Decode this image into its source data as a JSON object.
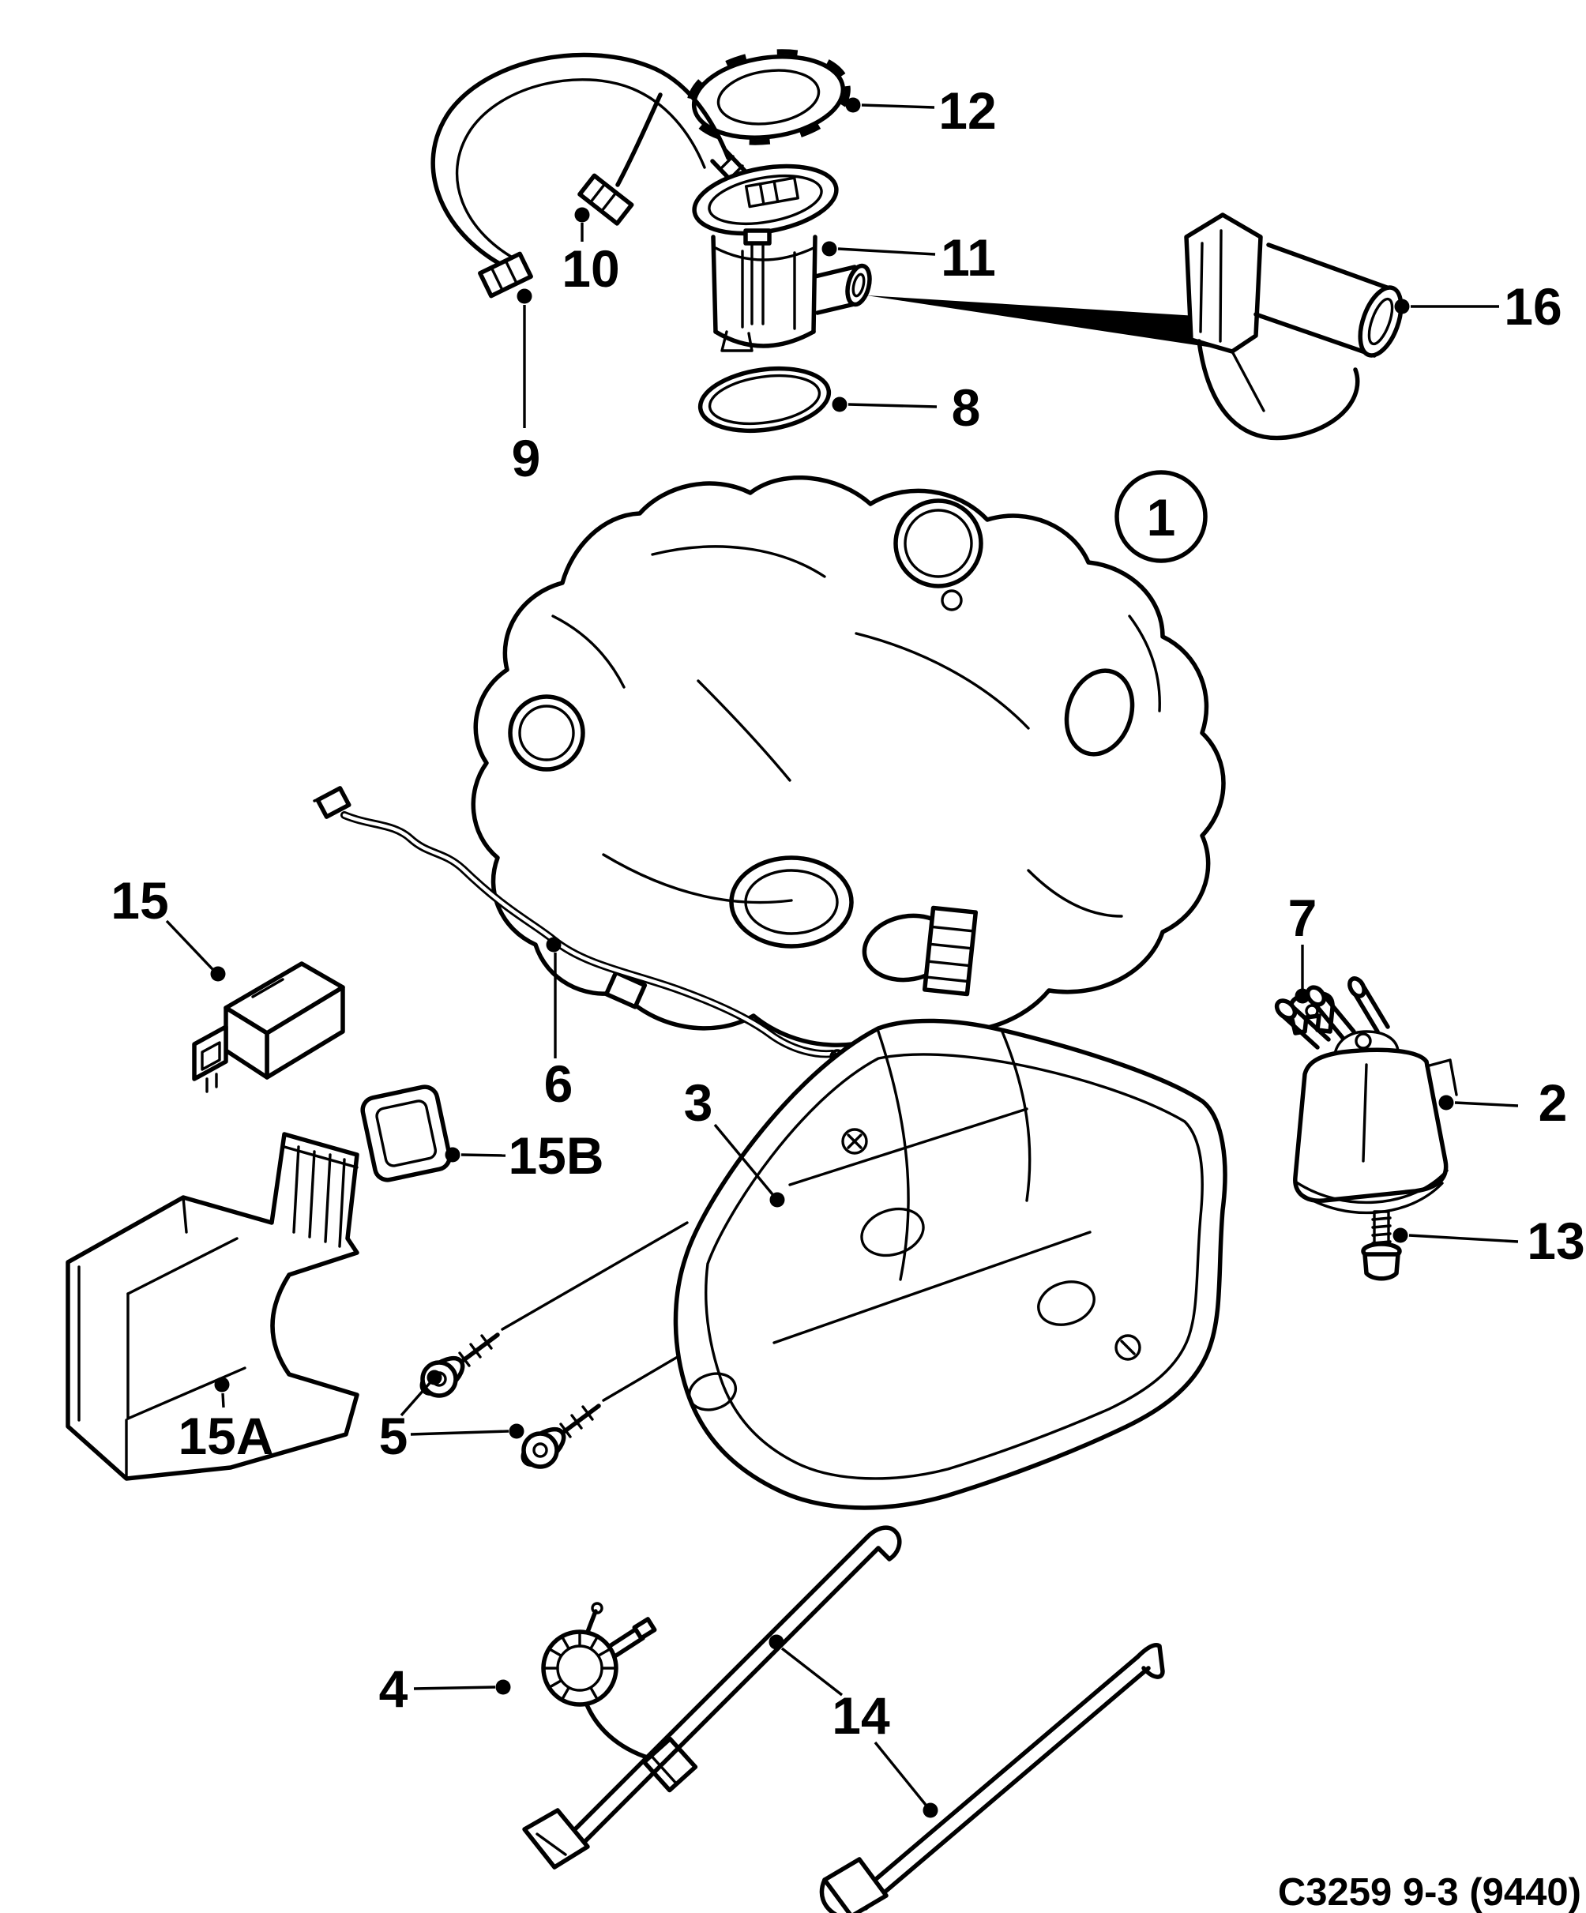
{
  "figure": {
    "caption": "C3259 9-3 (9440)"
  },
  "labels": {
    "1": "1",
    "2": "2",
    "3": "3",
    "4": "4",
    "5": "5",
    "6": "6",
    "7": "7",
    "8": "8",
    "9": "9",
    "10": "10",
    "11": "11",
    "12": "12",
    "13": "13",
    "14": "14",
    "15": "15",
    "15A": "15A",
    "15B": "15B",
    "16": "16"
  }
}
